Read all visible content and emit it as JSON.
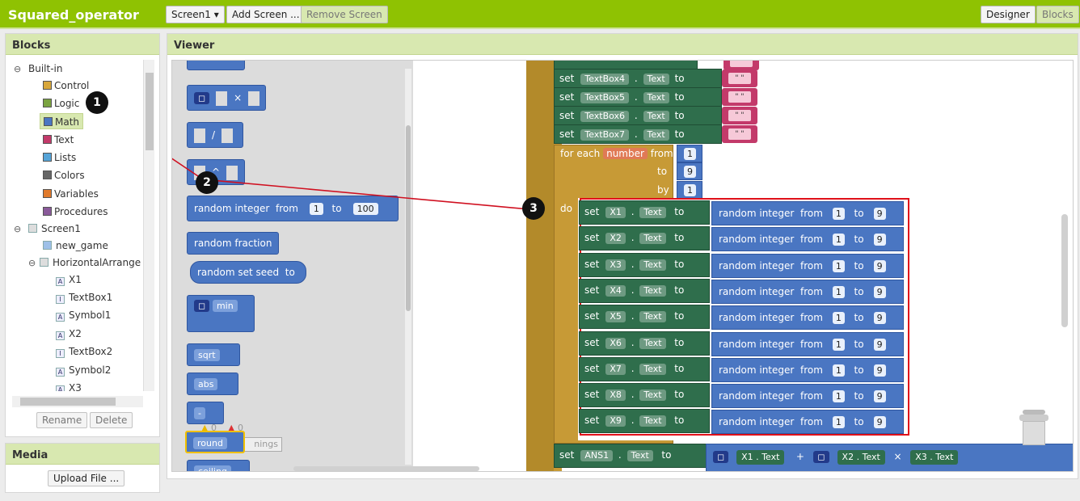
{
  "header": {
    "app_title": "Squared_operator",
    "screen_select": "Screen1 ▾",
    "add_screen": "Add Screen ...",
    "remove_screen": "Remove Screen",
    "designer": "Designer",
    "blocks": "Blocks"
  },
  "blocks_panel": {
    "title": "Blocks",
    "builtin": "Built-in",
    "categories": [
      {
        "label": "Control",
        "color": "#d8a73b"
      },
      {
        "label": "Logic",
        "color": "#7aa340"
      },
      {
        "label": "Math",
        "color": "#4a76c2"
      },
      {
        "label": "Text",
        "color": "#c33a6a"
      },
      {
        "label": "Lists",
        "color": "#56a4d8"
      },
      {
        "label": "Colors",
        "color": "#666666"
      },
      {
        "label": "Variables",
        "color": "#e07a2c"
      },
      {
        "label": "Procedures",
        "color": "#8a5a9a"
      }
    ],
    "screen": "Screen1",
    "components": [
      "new_game",
      "HorizontalArrangem",
      "X1",
      "TextBox1",
      "Symbol1",
      "X2",
      "TextBox2",
      "Symbol2",
      "X3"
    ],
    "rename": "Rename",
    "delete": "Delete"
  },
  "media_panel": {
    "title": "Media",
    "upload": "Upload File ..."
  },
  "viewer": {
    "title": "Viewer",
    "flyout": {
      "times": "×",
      "divide": "/",
      "power": "^",
      "random_integer": "random integer",
      "from": "from",
      "to": "to",
      "from_value": "1",
      "to_value": "100",
      "random_fraction": "random fraction",
      "random_set_seed": "random set seed",
      "seed_to": "to",
      "min": "min",
      "sqrt": "sqrt",
      "abs": "abs",
      "minus": "-",
      "round": "round",
      "ceiling": "ceiling",
      "warn_count_a": "0",
      "warn_count_b": "0",
      "warnings_text": "nings"
    },
    "set_rows": [
      {
        "set": "set",
        "comp": "TextBox4",
        "prop": "Text",
        "to": "to",
        "q": "\" \""
      },
      {
        "set": "set",
        "comp": "TextBox5",
        "prop": "Text",
        "to": "to",
        "q": "\" \""
      },
      {
        "set": "set",
        "comp": "TextBox6",
        "prop": "Text",
        "to": "to",
        "q": "\" \""
      },
      {
        "set": "set",
        "comp": "TextBox7",
        "prop": "Text",
        "to": "to",
        "q": "\" \""
      }
    ],
    "loop": {
      "for_each": "for each",
      "var": "number",
      "from": "from",
      "from_val": "1",
      "to": "to",
      "to_val": "9",
      "by": "by",
      "by_val": "1",
      "do": "do"
    },
    "do_rows": [
      {
        "comp": "X1"
      },
      {
        "comp": "X2"
      },
      {
        "comp": "X3"
      },
      {
        "comp": "X4"
      },
      {
        "comp": "X5"
      },
      {
        "comp": "X6"
      },
      {
        "comp": "X7"
      },
      {
        "comp": "X8"
      },
      {
        "comp": "X9"
      }
    ],
    "do_labels": {
      "set": "set",
      "prop": "Text",
      "to": "to",
      "rand": "random integer",
      "from": "from",
      "from_val": "1",
      "to_val": "9"
    },
    "ans_row": {
      "set": "set",
      "comp": "ANS1",
      "prop": "Text",
      "to": "to",
      "x1": "X1",
      "text": "Text",
      "plus": "+",
      "x2": "X2",
      "times": "×",
      "x3": "X3"
    },
    "badges": [
      "1",
      "2",
      "3"
    ]
  }
}
